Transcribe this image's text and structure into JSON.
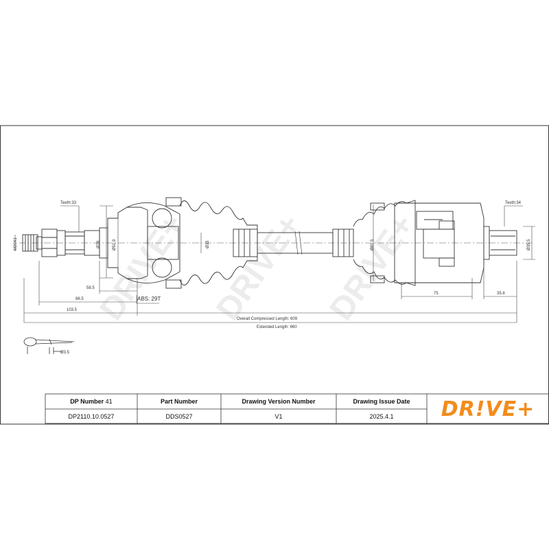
{
  "drawing": {
    "teeth_left": "Teeth:33",
    "teeth_right": "Teeth:34",
    "thread": "M20X1",
    "dia_78": "Ø78",
    "dia_519": "Ø51.9",
    "dia_33": "Ø33",
    "dia_815": "Ø81.5",
    "dia_355": "Ø35.5",
    "dim_585": "58.5",
    "dim_865": "86.5",
    "dim_1035": "103.5",
    "dim_75": "75",
    "dim_358": "35.8",
    "abs": "ABS: 29T",
    "overall_compressed": "Overall  Compressed  Length: 609",
    "extended": "Extended  Length: 660",
    "pin_dia": "Ø3.5",
    "watermark": "DRIVE+"
  },
  "title_block": {
    "dp_number_label": "DP Number",
    "dp_number_value": "41",
    "dp_code": "DP2110.10.0527",
    "part_number_label": "Part Number",
    "part_number": "DDS0527",
    "version_label": "Drawing Version Number",
    "version": "V1",
    "issue_date_label": "Drawing Issue Date",
    "issue_date": "2025.4.1"
  },
  "logo": {
    "text": "DR!VE+",
    "color": "#f28c1c"
  }
}
